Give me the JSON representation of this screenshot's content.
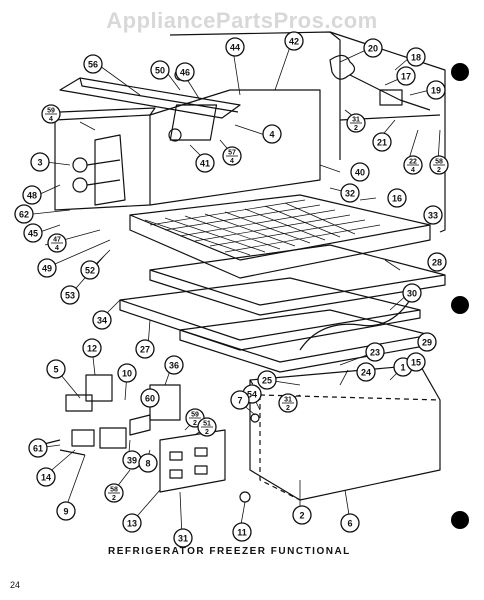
{
  "watermark": "AppliancePartsPros.com",
  "caption": "REFRIGERATOR FREEZER FUNCTIONAL",
  "page_number": "24",
  "callouts": [
    {
      "label": "56"
    },
    {
      "label": "50"
    },
    {
      "label": "46"
    },
    {
      "label": "44"
    },
    {
      "label": "42"
    },
    {
      "label": "20"
    },
    {
      "label": "18"
    },
    {
      "label": "17"
    },
    {
      "label": "19"
    },
    {
      "label": "21"
    },
    {
      "label": "22/4"
    },
    {
      "label": "58/2"
    },
    {
      "label": "31/2"
    },
    {
      "label": "4"
    },
    {
      "label": "41"
    },
    {
      "label": "57/4"
    },
    {
      "label": "40"
    },
    {
      "label": "32"
    },
    {
      "label": "16"
    },
    {
      "label": "33"
    },
    {
      "label": "59/4"
    },
    {
      "label": "3"
    },
    {
      "label": "48"
    },
    {
      "label": "62"
    },
    {
      "label": "45"
    },
    {
      "label": "47/4"
    },
    {
      "label": "49"
    },
    {
      "label": "52"
    },
    {
      "label": "53"
    },
    {
      "label": "34"
    },
    {
      "label": "28"
    },
    {
      "label": "30"
    },
    {
      "label": "27"
    },
    {
      "label": "29"
    },
    {
      "label": "23"
    },
    {
      "label": "1"
    },
    {
      "label": "15"
    },
    {
      "label": "24"
    },
    {
      "label": "25"
    },
    {
      "label": "31/2"
    },
    {
      "label": "54"
    },
    {
      "label": "7"
    },
    {
      "label": "5"
    },
    {
      "label": "12"
    },
    {
      "label": "10"
    },
    {
      "label": "60"
    },
    {
      "label": "36"
    },
    {
      "label": "59/2"
    },
    {
      "label": "51/2"
    },
    {
      "label": "61"
    },
    {
      "label": "14"
    },
    {
      "label": "39"
    },
    {
      "label": "8"
    },
    {
      "label": "9"
    },
    {
      "label": "58/2"
    },
    {
      "label": "13"
    },
    {
      "label": "31"
    },
    {
      "label": "11"
    },
    {
      "label": "2"
    },
    {
      "label": "6"
    }
  ]
}
